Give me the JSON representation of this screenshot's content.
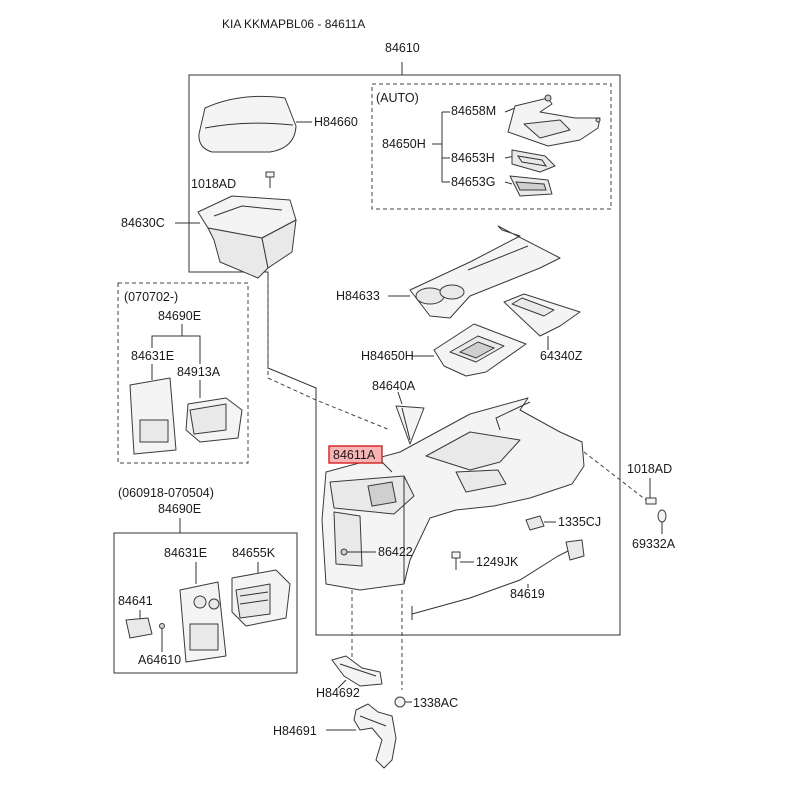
{
  "header": {
    "title": "KIA KKMAPBL06 - 84611A"
  },
  "highlight_color": "#d32020",
  "labels": {
    "l84610": "84610",
    "l84660": "H84660",
    "lauto": "(AUTO)",
    "l84658": "84658M",
    "l84650h_auto": "84650H",
    "l84653h": "84653H",
    "l84653g": "84653G",
    "l1018ad_top": "1018AD",
    "l84630c": "84630C",
    "l070702": "(070702-)",
    "l84690e_a": "84690E",
    "l84631e_a": "84631E",
    "l84913a": "84913A",
    "lh84633": "H84633",
    "l64340z": "64340Z",
    "lh84650h": "H84650H",
    "l84640a": "84640A",
    "l84611a": "84611A",
    "l1018ad_right": "1018AD",
    "l69332a": "69332A",
    "l1335cj": "1335CJ",
    "l86422": "86422",
    "l1249jk": "1249JK",
    "l84619": "84619",
    "l060918": "(060918-070504)",
    "l84690e_b": "84690E",
    "l84631e_b": "84631E",
    "l84655k": "84655K",
    "l84641": "84641",
    "la64610": "A64610",
    "lh84692": "H84692",
    "l1338ac": "1338AC",
    "lh84691": "H84691"
  }
}
